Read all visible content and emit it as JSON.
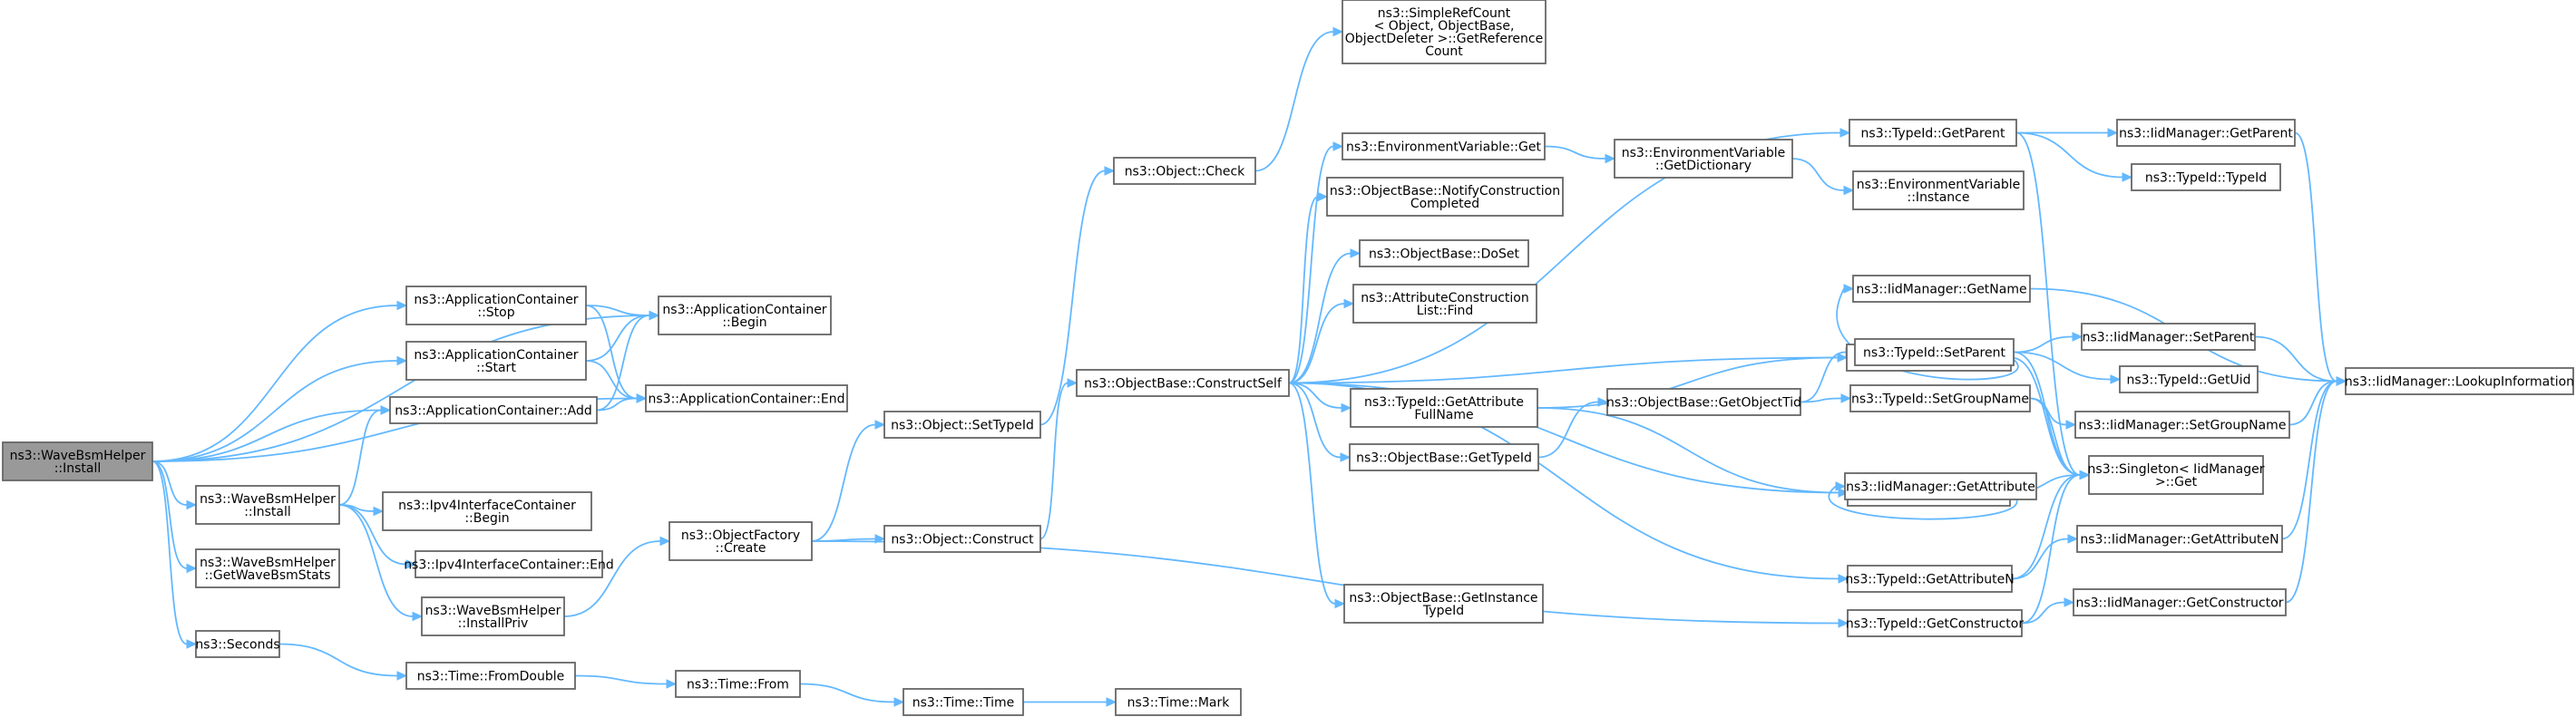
{
  "graph": {
    "colors": {
      "edge": "#63b8ff",
      "node_border": "#666666",
      "root_fill": "#999999",
      "node_fill": "#ffffff"
    },
    "nodes": [
      {
        "id": "root",
        "lines": [
          "ns3::WaveBsmHelper",
          "::Install"
        ]
      },
      {
        "id": "appStop",
        "lines": [
          "ns3::ApplicationContainer",
          "::Stop"
        ]
      },
      {
        "id": "appStart",
        "lines": [
          "ns3::ApplicationContainer",
          "::Start"
        ]
      },
      {
        "id": "appAdd",
        "lines": [
          "ns3::ApplicationContainer::Add"
        ]
      },
      {
        "id": "appBegin",
        "lines": [
          "ns3::ApplicationContainer",
          "::Begin"
        ]
      },
      {
        "id": "appEnd",
        "lines": [
          "ns3::ApplicationContainer::End"
        ]
      },
      {
        "id": "wbInstall2",
        "lines": [
          "ns3::WaveBsmHelper",
          "::Install"
        ]
      },
      {
        "id": "wbStats",
        "lines": [
          "ns3::WaveBsmHelper",
          "::GetWaveBsmStats"
        ]
      },
      {
        "id": "seconds",
        "lines": [
          "ns3::Seconds"
        ]
      },
      {
        "id": "ipv4Begin",
        "lines": [
          "ns3::Ipv4InterfaceContainer",
          "::Begin"
        ]
      },
      {
        "id": "ipv4End",
        "lines": [
          "ns3::Ipv4InterfaceContainer::End"
        ]
      },
      {
        "id": "installPriv",
        "lines": [
          "ns3::WaveBsmHelper",
          "::InstallPriv"
        ]
      },
      {
        "id": "fromDouble",
        "lines": [
          "ns3::Time::FromDouble"
        ]
      },
      {
        "id": "ofCreate",
        "lines": [
          "ns3::ObjectFactory",
          "::Create"
        ]
      },
      {
        "id": "timeFrom",
        "lines": [
          "ns3::Time::From"
        ]
      },
      {
        "id": "objCheck",
        "lines": [
          "ns3::Object::Check"
        ]
      },
      {
        "id": "setTypeId",
        "lines": [
          "ns3::Object::SetTypeId"
        ]
      },
      {
        "id": "objConstruct",
        "lines": [
          "ns3::Object::Construct"
        ]
      },
      {
        "id": "timeTime",
        "lines": [
          "ns3::Time::Time"
        ]
      },
      {
        "id": "simpleRef",
        "lines": [
          "ns3::SimpleRefCount",
          "< Object, ObjectBase,",
          "ObjectDeleter >::GetReference",
          "Count"
        ]
      },
      {
        "id": "constructSelf",
        "lines": [
          "ns3::ObjectBase::ConstructSelf"
        ]
      },
      {
        "id": "timeMark",
        "lines": [
          "ns3::Time::Mark"
        ]
      },
      {
        "id": "envGet",
        "lines": [
          "ns3::EnvironmentVariable::Get"
        ]
      },
      {
        "id": "notifyConstr",
        "lines": [
          "ns3::ObjectBase::NotifyConstruction",
          "Completed"
        ]
      },
      {
        "id": "doSet",
        "lines": [
          "ns3::ObjectBase::DoSet"
        ]
      },
      {
        "id": "attrFind",
        "lines": [
          "ns3::AttributeConstruction",
          "List::Find"
        ]
      },
      {
        "id": "getAttrFull",
        "lines": [
          "ns3::TypeId::GetAttribute",
          "FullName"
        ]
      },
      {
        "id": "obGetTypeId",
        "lines": [
          "ns3::ObjectBase::GetTypeId"
        ]
      },
      {
        "id": "getInstTypeId",
        "lines": [
          "ns3::ObjectBase::GetInstance",
          "TypeId"
        ]
      },
      {
        "id": "envGetDict",
        "lines": [
          "ns3::EnvironmentVariable",
          "::GetDictionary"
        ]
      },
      {
        "id": "getObjectTid",
        "lines": [
          "ns3::ObjectBase::GetObjectTid"
        ]
      },
      {
        "id": "tidGetParent",
        "lines": [
          "ns3::TypeId::GetParent"
        ]
      },
      {
        "id": "tidGetName",
        "lines": [
          "ns3::TypeId::GetName"
        ]
      },
      {
        "id": "tidGetAttr",
        "lines": [
          "ns3::TypeId::GetAttribute"
        ]
      },
      {
        "id": "tidGetAttrN",
        "lines": [
          "ns3::TypeId::GetAttributeN"
        ]
      },
      {
        "id": "tidGetConstr",
        "lines": [
          "ns3::TypeId::GetConstructor"
        ]
      },
      {
        "id": "envInstance",
        "lines": [
          "ns3::EnvironmentVariable",
          "::Instance"
        ]
      },
      {
        "id": "iidGetName",
        "lines": [
          "ns3::IidManager::GetName"
        ]
      },
      {
        "id": "tidSetParent",
        "lines": [
          "ns3::TypeId::SetParent"
        ]
      },
      {
        "id": "tidSetGroup",
        "lines": [
          "ns3::TypeId::SetGroupName"
        ]
      },
      {
        "id": "iidGetAttr",
        "lines": [
          "ns3::IidManager::GetAttribute"
        ]
      },
      {
        "id": "iidGetParent",
        "lines": [
          "ns3::IidManager::GetParent"
        ]
      },
      {
        "id": "tidTypeId",
        "lines": [
          "ns3::TypeId::TypeId"
        ]
      },
      {
        "id": "iidSetParent",
        "lines": [
          "ns3::IidManager::SetParent"
        ]
      },
      {
        "id": "tidGetUid",
        "lines": [
          "ns3::TypeId::GetUid"
        ]
      },
      {
        "id": "singletonGet",
        "lines": [
          "ns3::Singleton< IidManager",
          ">::Get"
        ]
      },
      {
        "id": "iidSetGroup",
        "lines": [
          "ns3::IidManager::SetGroupName"
        ]
      },
      {
        "id": "iidGetAttrN",
        "lines": [
          "ns3::IidManager::GetAttributeN"
        ]
      },
      {
        "id": "iidGetConstr",
        "lines": [
          "ns3::IidManager::GetConstructor"
        ]
      },
      {
        "id": "iidLookup",
        "lines": [
          "ns3::IidManager::LookupInformation"
        ]
      }
    ]
  }
}
